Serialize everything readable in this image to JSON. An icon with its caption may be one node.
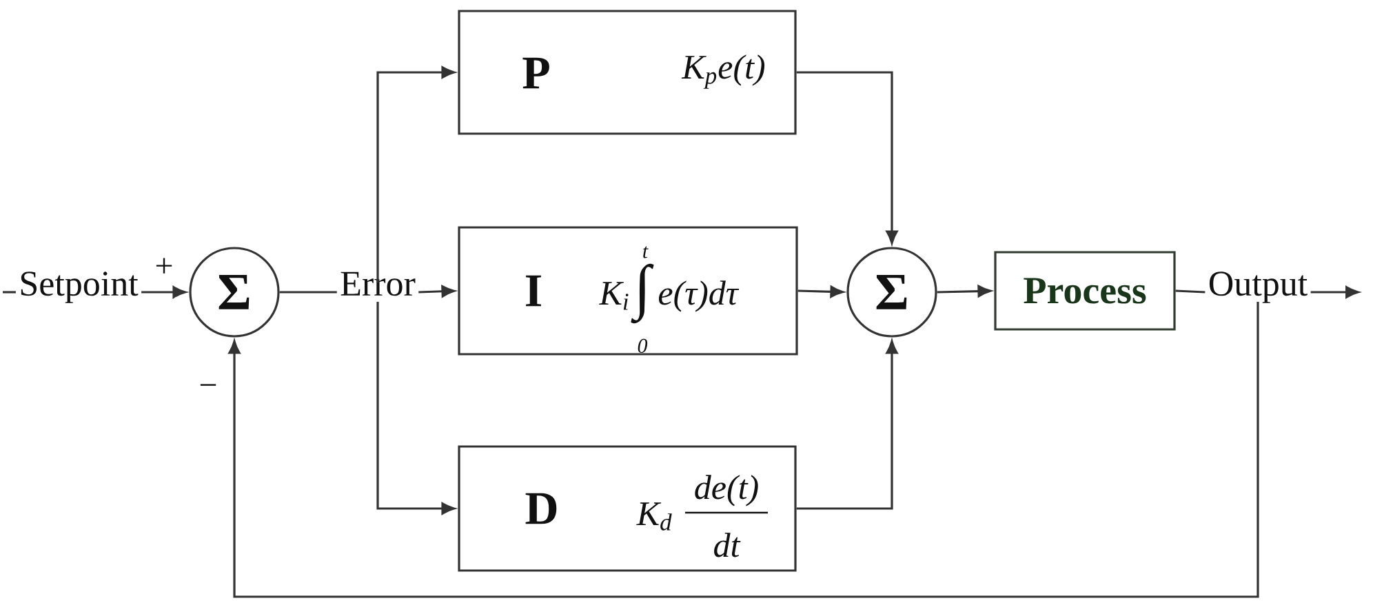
{
  "diagram": {
    "nodes": [
      {
        "text": [
          "Setpoint"
        ]
      },
      {
        "text": [
          "Σ"
        ]
      },
      {
        "text": [
          "Error"
        ]
      },
      {
        "text": [
          "P",
          "K$_{p}$e(t)"
        ]
      },
      {
        "text": [
          "I",
          "K$_{i}$",
          "t",
          "∫",
          "0",
          "e(τ)dτ"
        ]
      },
      {
        "text": [
          "D",
          "K$_{d}$",
          "de(t)",
          "dt"
        ]
      },
      {
        "text": [
          "Σ"
        ]
      },
      {
        "text": [
          "Process"
        ]
      },
      {
        "text": [
          "Output"
        ]
      }
    ],
    "edges": [
      {
        "from": null,
        "to": 0,
        "arrow": "none"
      },
      {
        "from": 0,
        "to": 1,
        "arrow": "to",
        "label": "+"
      },
      {
        "from": 1,
        "to": 2,
        "arrow": "none"
      },
      {
        "from": 2,
        "to": 3,
        "arrow": "to"
      },
      {
        "from": 2,
        "to": 4,
        "arrow": "to"
      },
      {
        "from": 2,
        "to": 5,
        "arrow": "to"
      },
      {
        "from": 3,
        "to": 6,
        "arrow": "to"
      },
      {
        "from": 4,
        "to": 6,
        "arrow": "to"
      },
      {
        "from": 5,
        "to": 6,
        "arrow": "to"
      },
      {
        "from": 6,
        "to": 7,
        "arrow": "to"
      },
      {
        "from": 7,
        "to": 8,
        "arrow": "none"
      },
      {
        "from": 8,
        "to": null,
        "arrow": "to"
      },
      {
        "from": 8,
        "to": 1,
        "arrow": "to",
        "label": "−"
      }
    ]
  }
}
